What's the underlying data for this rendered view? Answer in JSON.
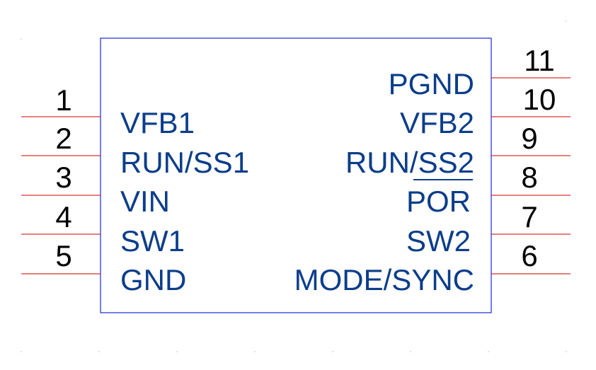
{
  "component": {
    "left_pins": [
      {
        "number": "1",
        "name": "VFB1"
      },
      {
        "number": "2",
        "name": "RUN/SS1"
      },
      {
        "number": "3",
        "name": "VIN"
      },
      {
        "number": "4",
        "name": "SW1"
      },
      {
        "number": "5",
        "name": "GND"
      }
    ],
    "right_pins": [
      {
        "number": "11",
        "name": "PGND"
      },
      {
        "number": "10",
        "name": "VFB2"
      },
      {
        "number": "9",
        "name": "RUN/SS2"
      },
      {
        "number": "8",
        "name": "POR"
      },
      {
        "number": "7",
        "name": "SW2"
      },
      {
        "number": "6",
        "name": "MODE/SYNC"
      }
    ]
  },
  "colors": {
    "pin_line": "#cc0000",
    "pin_label": "#0b3d8a",
    "pin_number": "#000000",
    "body_outline": "#1a2ad0"
  }
}
